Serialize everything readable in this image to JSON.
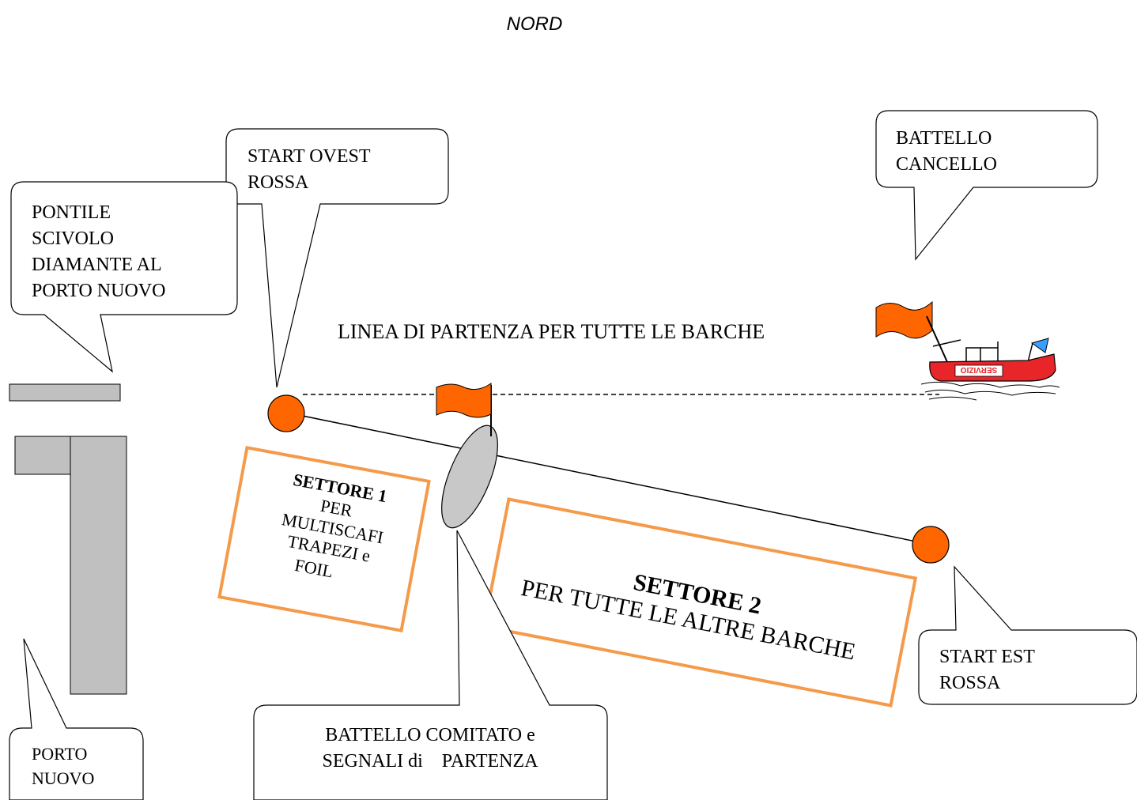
{
  "compass": {
    "north_label": "NORD"
  },
  "start_line": {
    "label": "LINEA DI PARTENZA PER TUTTE LE BARCHE"
  },
  "callouts": {
    "start_ovest": [
      "START OVEST",
      "ROSSA"
    ],
    "pontile": [
      "PONTILE",
      "SCIVOLO",
      "DIAMANTE AL",
      "PORTO NUOVO"
    ],
    "battello_cancello": [
      "BATTELLO",
      "CANCELLO"
    ],
    "start_est": [
      "START EST",
      "ROSSA"
    ],
    "porto_nuovo": [
      "PORTO",
      "NUOVO"
    ],
    "battello_comitato": [
      "BATTELLO COMITATO e",
      "SEGNALI di    PARTENZA"
    ]
  },
  "sectors": {
    "settore1": {
      "title": "SETTORE 1",
      "lines": [
        "PER",
        "MULTISCAFI",
        "TRAPEZI e",
        "FOIL"
      ]
    },
    "settore2": {
      "title": "SETTORE 2",
      "line": "PER TUTTE LE ALTRE BARCHE"
    }
  },
  "boat": {
    "hull_text": "SERVIZIO"
  },
  "colors": {
    "buoy": "#ff6600",
    "flag": "#ff6600",
    "sector_border": "#f59a4a",
    "pier_fill": "#c0c0c0",
    "boat_hull": "#e8262a",
    "committee_boat": "#c8c8c8"
  }
}
